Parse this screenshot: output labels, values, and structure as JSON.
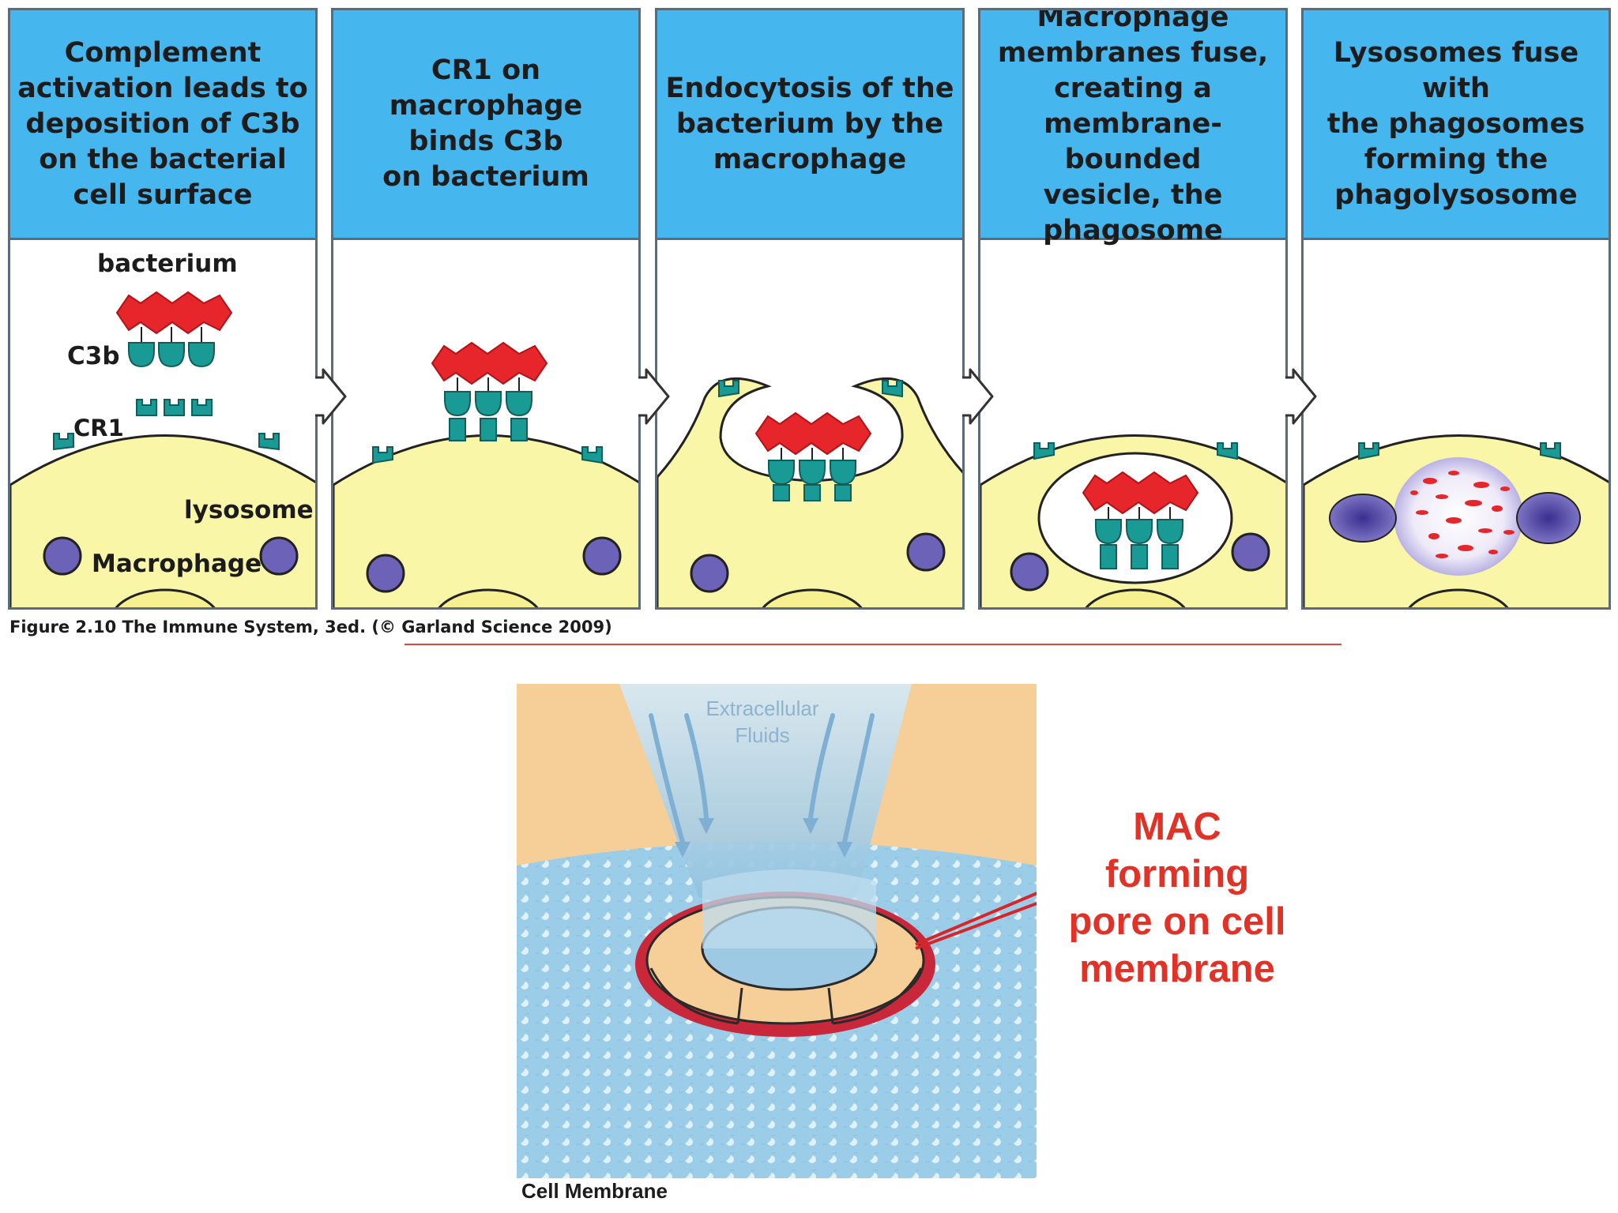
{
  "panels": [
    {
      "title": "Complement\nactivation leads to\ndeposition of C3b\non the bacterial\ncell surface"
    },
    {
      "title": "CR1 on macrophage\nbinds C3b\non bacterium"
    },
    {
      "title": "Endocytosis of the\nbacterium by the\nmacrophage"
    },
    {
      "title": "Macrophage\nmembranes fuse,\ncreating a\nmembrane-bounded\nvesicle, the\nphagosome"
    },
    {
      "title": "Lysosomes fuse with\nthe phagosomes\nforming the\nphagolysosome"
    }
  ],
  "labels": {
    "bacterium": "bacterium",
    "c3b": "C3b",
    "cr1": "CR1",
    "lysosome": "lysosome",
    "macrophage": "Macrophage"
  },
  "caption": "Figure 2.10 The Immune System, 3ed. (© Garland Science 2009)",
  "mac": {
    "label": "MAC\nforming\npore on cell\nmembrane",
    "extracellular": "Extracellular\nFluids",
    "cell_membrane": "Cell Membrane"
  },
  "colors": {
    "header_blue": "#45b6ee",
    "cell_yellow": "#f9f6a8",
    "bacterium_red": "#e6262a",
    "receptor_teal": "#1a9a94",
    "lysosome_purple": "#6c63b8",
    "mac_label_red": "#e23228"
  }
}
